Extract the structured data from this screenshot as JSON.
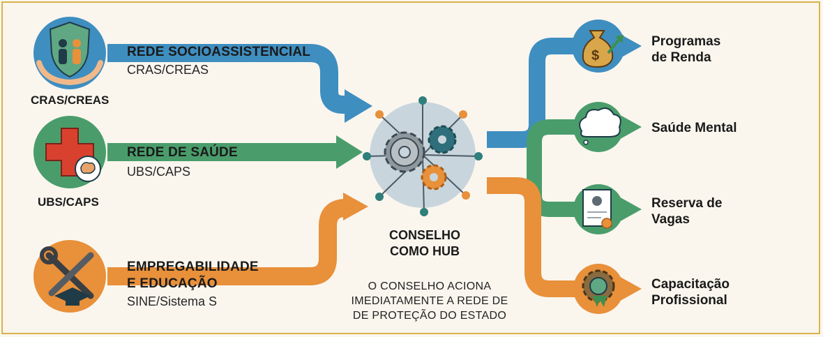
{
  "inputs": [
    {
      "icon_label": "CRAS/CREAS",
      "title": "REDE SOCIOASSISTENCIAL",
      "subtitle": "CRAS/CREAS",
      "color": "#3f8ec0",
      "icon": "family-shield-icon"
    },
    {
      "icon_label": "UBS/CAPS",
      "title": "REDE DE SAÚDE",
      "subtitle": "UBS/CAPS",
      "color": "#4a9d6b",
      "icon": "health-cross-icon"
    },
    {
      "icon_label": "",
      "title_line1": "EMPREGABILIDADE",
      "title_line2": "E EDUCAÇÃO",
      "subtitle": "SINE/Sistema S",
      "color": "#e8903a",
      "icon": "tools-graduation-icon"
    }
  ],
  "hub": {
    "title_line1": "CONSELHO",
    "title_line2": "COMO HUB",
    "caption_line1": "O CONSELHO ACIONA",
    "caption_line2": "IMEDIATAMENTE A REDE DE",
    "caption_line3": "DE PROTEÇÃO DO ESTADO",
    "icon": "gears-network-icon"
  },
  "outputs": [
    {
      "line1": "Programas",
      "line2": "de Renda",
      "color": "#3f8ec0",
      "icon": "money-bag-icon"
    },
    {
      "line1": "Saúde Mental",
      "line2": "",
      "color": "#4a9d6b",
      "icon": "thought-cloud-icon"
    },
    {
      "line1": "Reserva de",
      "line2": "Vagas",
      "color": "#4a9d6b",
      "icon": "certificate-icon"
    },
    {
      "line1": "Capacitação",
      "line2": "Profissional",
      "color": "#e8903a",
      "icon": "gear-badge-icon"
    }
  ]
}
